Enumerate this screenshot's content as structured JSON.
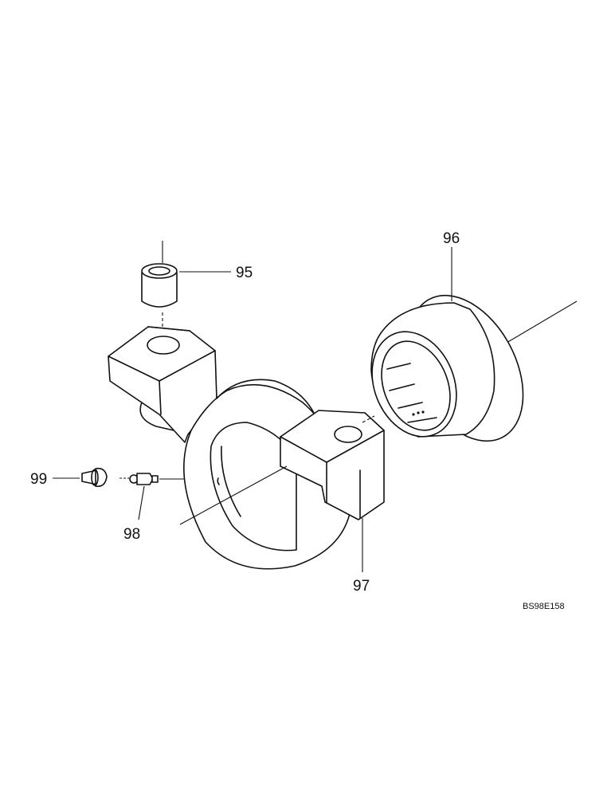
{
  "callouts": {
    "p95": "95",
    "p96": "96",
    "p97": "97",
    "p98": "98",
    "p99": "99"
  },
  "reference_code": "BS98E158",
  "colors": {
    "ink": "#111111",
    "background": "#ffffff"
  }
}
